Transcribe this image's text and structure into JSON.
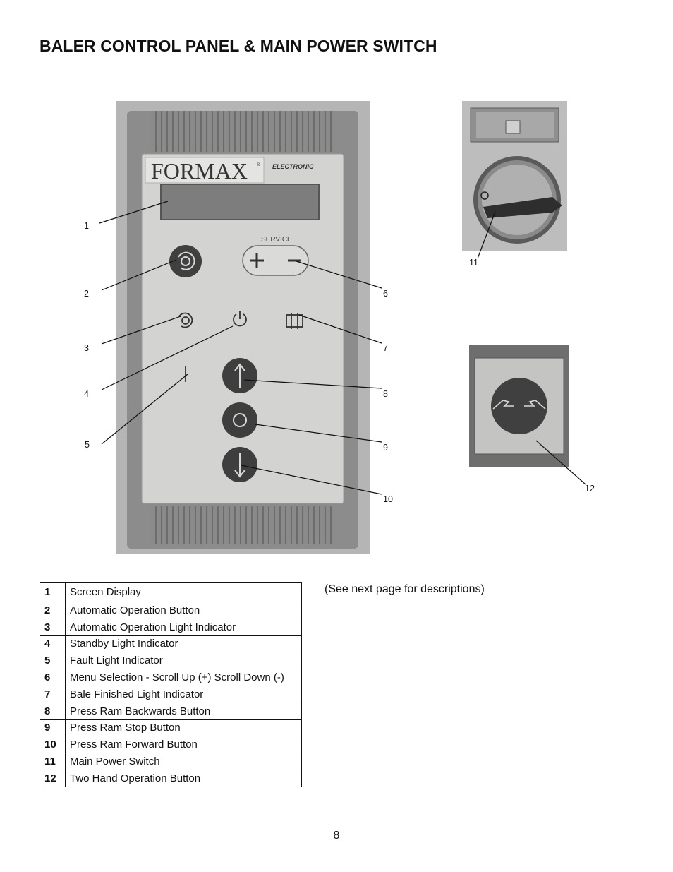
{
  "page": {
    "title": "BALER CONTROL PANEL & MAIN POWER SWITCH",
    "note": "(See next page for descriptions)",
    "page_number": "8"
  },
  "panel_photo": {
    "brand": "FORMAX",
    "brand_mark": "®",
    "subbrand": "ELECTRONIC",
    "service_label": "SERVICE"
  },
  "callouts": [
    "1",
    "2",
    "3",
    "4",
    "5",
    "6",
    "7",
    "8",
    "9",
    "10",
    "11",
    "12"
  ],
  "legend": [
    {
      "num": "1",
      "label": "Screen Display"
    },
    {
      "num": "2",
      "label": "Automatic Operation Button"
    },
    {
      "num": "3",
      "label": "Automatic Operation Light Indicator"
    },
    {
      "num": "4",
      "label": "Standby Light Indicator"
    },
    {
      "num": "5",
      "label": "Fault Light Indicator"
    },
    {
      "num": "6",
      "label": "Menu Selection - Scroll Up (+) Scroll Down (-)"
    },
    {
      "num": "7",
      "label": "Bale Finished Light Indicator"
    },
    {
      "num": "8",
      "label": "Press Ram Backwards Button"
    },
    {
      "num": "9",
      "label": "Press Ram Stop Button"
    },
    {
      "num": "10",
      "label": "Press Ram Forward Button"
    },
    {
      "num": "11",
      "label": "Main Power Switch"
    },
    {
      "num": "12",
      "label": "Two Hand Operation Button"
    }
  ],
  "colors": {
    "panel_frame": "#8e8e8e",
    "panel_face": "#d3d3d1",
    "display": "#7d7d7d",
    "button_dark": "#404040"
  }
}
